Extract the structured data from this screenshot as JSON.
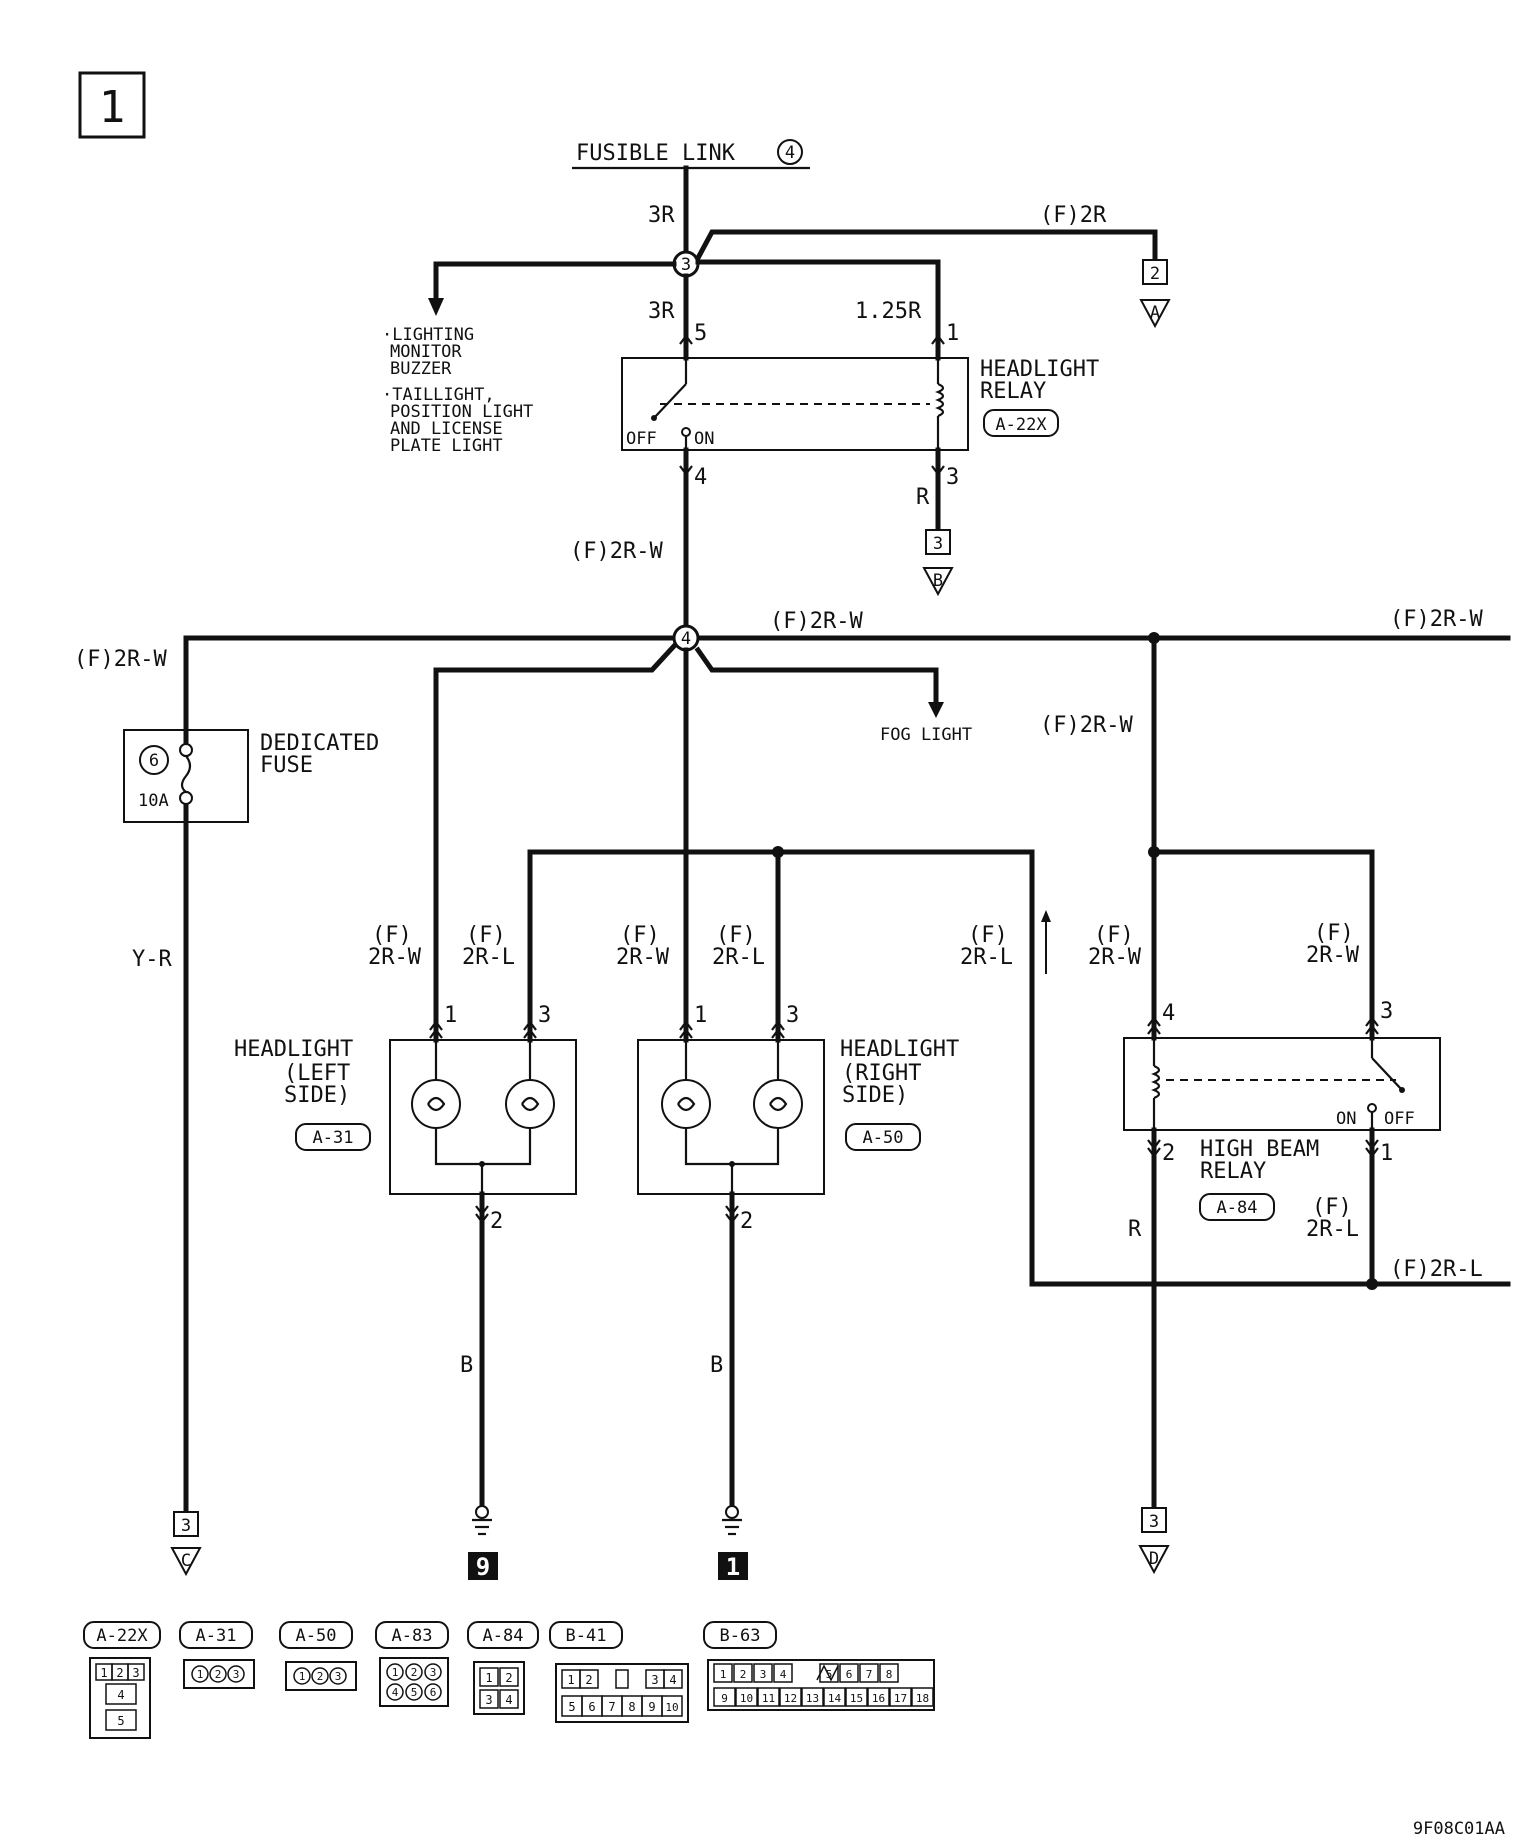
{
  "page_number": "1",
  "figure_code": "9F08C01AA",
  "source": {
    "label": "FUSIBLE LINK",
    "number": "4"
  },
  "splices": {
    "top": "3",
    "middle": "4"
  },
  "wire_labels": {
    "main_in": "3R",
    "branch_to_A": "(F)2R",
    "relay_in_5": "3R",
    "relay_in_1": "1.25R",
    "relay_out_3": "R",
    "relay_out_4": "(F)2R-W",
    "bus_center": "(F)2R-W",
    "bus_right": "(F)2R-W",
    "bus_left": "(F)2R-W",
    "right_drop": "(F)2R-W",
    "fuse_out": "Y-R",
    "left_hl_1": [
      "(F)",
      "2R-W"
    ],
    "left_hl_3": [
      "(F)",
      "2R-L"
    ],
    "right_hl_1": [
      "(F)",
      "2R-W"
    ],
    "right_hl_3": [
      "(F)",
      "2R-L"
    ],
    "return_2rl": [
      "(F)",
      "2R-L"
    ],
    "hb_relay_4": [
      "(F)",
      "2R-W"
    ],
    "hb_relay_3": [
      "(F)",
      "2R-W"
    ],
    "hb_relay_2": "R",
    "hb_relay_1": [
      "(F)",
      "2R-L"
    ],
    "bus_bottom_right": "(F)2R-L",
    "left_gnd": "B",
    "right_gnd": "B"
  },
  "headlight_relay": {
    "name": [
      "HEADLIGHT",
      "RELAY"
    ],
    "code": "A-22X",
    "pins": [
      "5",
      "1",
      "4",
      "3"
    ],
    "off": "OFF",
    "on": "ON"
  },
  "high_beam_relay": {
    "name": [
      "HIGH BEAM",
      "RELAY"
    ],
    "code": "A-84",
    "pins": [
      "4",
      "3",
      "2",
      "1"
    ],
    "on": "ON",
    "off": "OFF"
  },
  "headlight_left": {
    "name": [
      "HEADLIGHT",
      "(LEFT",
      "SIDE)"
    ],
    "code": "A-31",
    "pins": [
      "1",
      "3",
      "2"
    ]
  },
  "headlight_right": {
    "name": [
      "HEADLIGHT",
      "(RIGHT",
      "SIDE)"
    ],
    "code": "A-50",
    "pins": [
      "1",
      "3",
      "2"
    ]
  },
  "dedicated_fuse": {
    "name": [
      "DEDICATED",
      "FUSE"
    ],
    "number": "6",
    "rating": "10A"
  },
  "left_note": [
    "·LIGHTING",
    "MONITOR",
    "BUZZER",
    "·TAILLIGHT,",
    "POSITION LIGHT",
    "AND LICENSE",
    "PLATE LIGHT"
  ],
  "fog_light": "FOG LIGHT",
  "connectors": {
    "A": {
      "page": "2",
      "letter": "A"
    },
    "B": {
      "page": "3",
      "letter": "B"
    },
    "C": {
      "page": "3",
      "letter": "C"
    },
    "D": {
      "page": "3",
      "letter": "D"
    }
  },
  "grounds": {
    "left": "9",
    "right": "1"
  },
  "legend": [
    {
      "code": "A-22X",
      "pins": [
        "1",
        "2",
        "3",
        "4",
        "5"
      ]
    },
    {
      "code": "A-31",
      "pins": [
        "1",
        "2",
        "3"
      ]
    },
    {
      "code": "A-50",
      "pins": [
        "1",
        "2",
        "3"
      ]
    },
    {
      "code": "A-83",
      "pins": [
        "1",
        "2",
        "3",
        "4",
        "5",
        "6"
      ]
    },
    {
      "code": "A-84",
      "pins": [
        "1",
        "2",
        "3",
        "4"
      ]
    },
    {
      "code": "B-41",
      "pins": [
        "1",
        "2",
        "3",
        "4",
        "5",
        "6",
        "7",
        "8",
        "9",
        "10"
      ]
    },
    {
      "code": "B-63",
      "pins": [
        "1",
        "2",
        "3",
        "4",
        "5",
        "6",
        "7",
        "8",
        "9",
        "10",
        "11",
        "12",
        "13",
        "14",
        "15",
        "16",
        "17",
        "18"
      ]
    }
  ]
}
